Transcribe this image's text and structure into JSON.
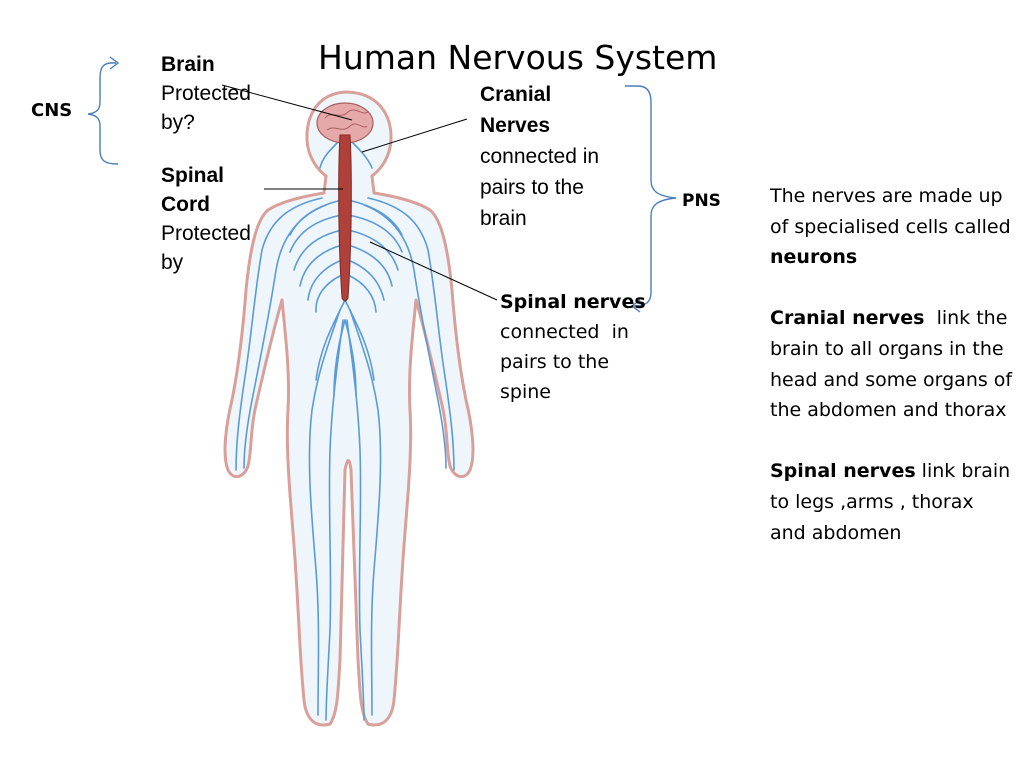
{
  "title": "Human Nervous System",
  "cns": {
    "label": "CNS"
  },
  "pns": {
    "label": "PNS"
  },
  "brain": {
    "name": "Brain",
    "line1": "Protected",
    "line2": "by?"
  },
  "spinal_cord": {
    "name1": "Spinal",
    "name2": "Cord",
    "line1": "Protected",
    "line2": "by"
  },
  "cranial_nerves": {
    "name1": "Cranial",
    "name2": "Nerves",
    "line1": "connected in",
    "line2": "pairs to the",
    "line3": "brain"
  },
  "spinal_nerves": {
    "name": "Spinal nerves",
    "line1": "connected  in",
    "line2": "pairs to the",
    "line3": "spine"
  },
  "info": {
    "p1_text": "The nerves are made up of specialised cells called ",
    "p1_bold": "neurons",
    "p2_bold": "Cranial nerves",
    "p2_text": "  link the brain to all organs in the head and some organs of the abdomen and thorax",
    "p3_bold": "Spinal nerves",
    "p3_text": " link brain to legs ,arms , thorax and abdomen"
  },
  "colors": {
    "bracket": "#4a7ebb",
    "nerves": "#5b9bd5",
    "body_outline": "#d9a09a",
    "spinal_cord": "#b0403a",
    "brain": "#e6a9a9"
  }
}
